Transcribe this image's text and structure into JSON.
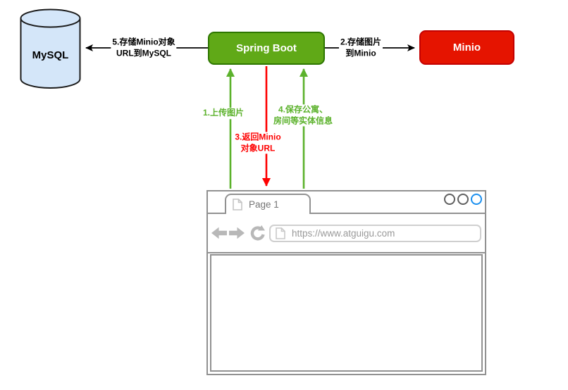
{
  "diagram": {
    "nodes": {
      "mysql": {
        "label": "MySQL",
        "fill": "#d4e6f9",
        "stroke": "#1b1b1b"
      },
      "spring": {
        "label": "Spring Boot",
        "fill": "#60a917",
        "stroke": "#2d7600"
      },
      "minio": {
        "label": "Minio",
        "fill": "#e51400",
        "stroke": "#c30000"
      }
    },
    "edges": {
      "step1": {
        "label": "1.上传图片",
        "color": "#5cb22c",
        "direction": "browser→spring-boot"
      },
      "step2": {
        "label": "2.存储图片\n到Minio",
        "color": "#000000",
        "direction": "spring-boot→minio"
      },
      "step3": {
        "label": "3.返回Minio\n对象URL",
        "color": "#fe0000",
        "direction": "spring-boot→browser"
      },
      "step4": {
        "label": "4.保存公寓、\n房间等实体信息",
        "color": "#5cb22c",
        "direction": "browser→spring-boot"
      },
      "step5": {
        "label": "5.存储Minio对象\nURL到MySQL",
        "color": "#000000",
        "direction": "spring-boot→mysql"
      }
    }
  },
  "browser": {
    "tab": {
      "title": "Page 1"
    },
    "url": "https://www.atguigu.com",
    "window_controls": {
      "count": 3,
      "active_color": "#1a8fef",
      "inactive_color": "#5f5f5f"
    },
    "icons": [
      "back-icon",
      "forward-icon",
      "refresh-icon",
      "page-icon"
    ]
  }
}
